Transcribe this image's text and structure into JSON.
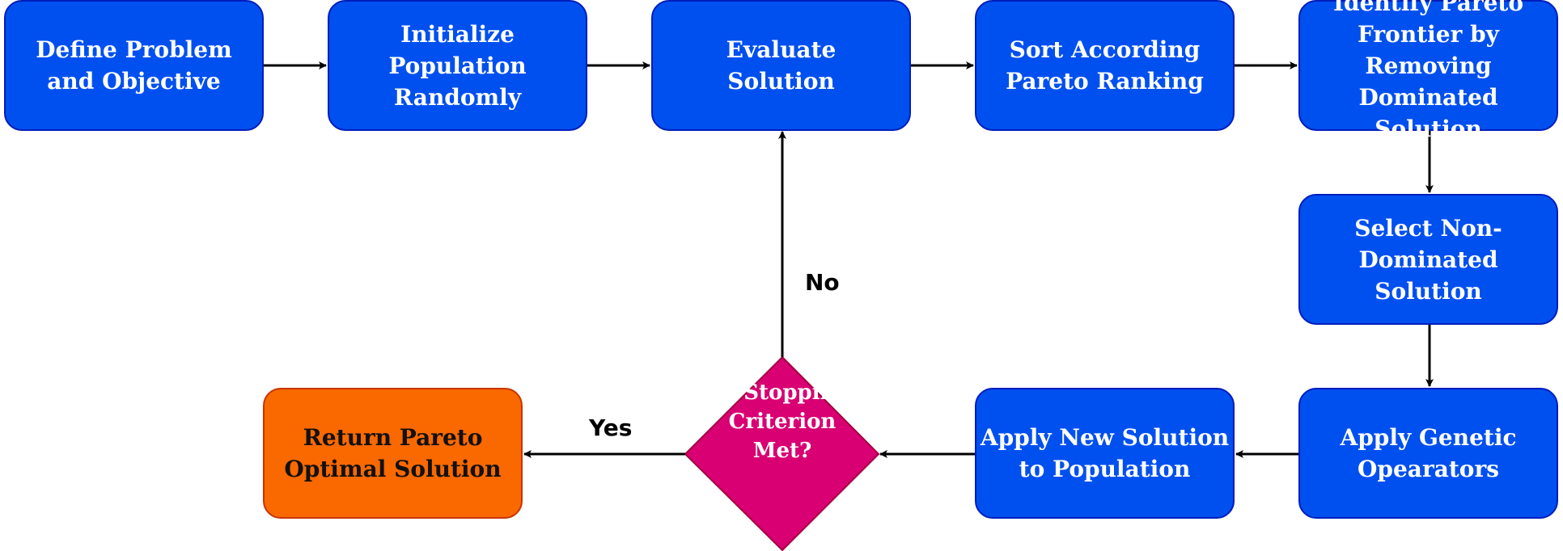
{
  "nodes": {
    "define_problem": "Define Problem\nand Objective",
    "initialize_population": "Initialize Population\nRandomly",
    "evaluate_solution": "Evaluate\nSolution",
    "sort_pareto": "Sort According\nPareto Ranking",
    "identify_frontier": "Identify Pareto\nFrontier by Removing\nDominated Solution",
    "select_non_dominated": "Select Non-Dominated\nSolution",
    "apply_genetic": "Apply Genetic\nOpearators",
    "apply_new_solution": "Apply New Solution\nto Population",
    "stopping_criterion": "Is Stopping\nCriterion\nMet?",
    "return_optimal": "Return Pareto\nOptimal Solution"
  },
  "edge_labels": {
    "yes": "Yes",
    "no": "No"
  },
  "colors": {
    "process_fill": "#0050ef",
    "process_stroke": "#001dbc",
    "decision_fill": "#d80073",
    "decision_stroke": "#a50040",
    "terminal_fill": "#fa6800",
    "terminal_stroke": "#c73500",
    "connector": "#000000"
  }
}
